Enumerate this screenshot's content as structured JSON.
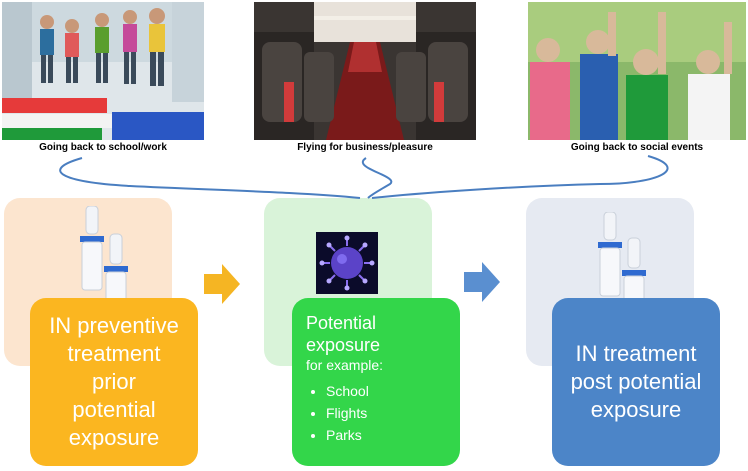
{
  "photos": {
    "school": {
      "caption": "Going back to school/work"
    },
    "flying": {
      "caption": "Flying for business/pleasure"
    },
    "social": {
      "caption": "Going back to social events"
    }
  },
  "boxes": {
    "preventive": {
      "lines": [
        "IN preventive",
        "treatment",
        "prior",
        "potential",
        "exposure"
      ],
      "color": "#FBB620",
      "panel_color": "#FCE5CF"
    },
    "exposure": {
      "title_lines": [
        "Potential",
        "exposure"
      ],
      "subtitle": "for example:",
      "examples": [
        "School",
        "Flights",
        "Parks"
      ],
      "color": "#33D64A",
      "panel_color": "#D9F3D9"
    },
    "post": {
      "lines": [
        "IN treatment",
        "post potential",
        "exposure"
      ],
      "color": "#4C85C8",
      "panel_color": "#E6EAF2"
    }
  },
  "icons": {
    "arrow1": "arrow-right-icon",
    "arrow2": "arrow-right-icon",
    "virus": "virus-icon",
    "spray": "nasal-spray-icon"
  },
  "colors": {
    "connector": "#4A7EC0",
    "arrow_orange": "#F5B523",
    "arrow_blue": "#5A8FD0"
  }
}
